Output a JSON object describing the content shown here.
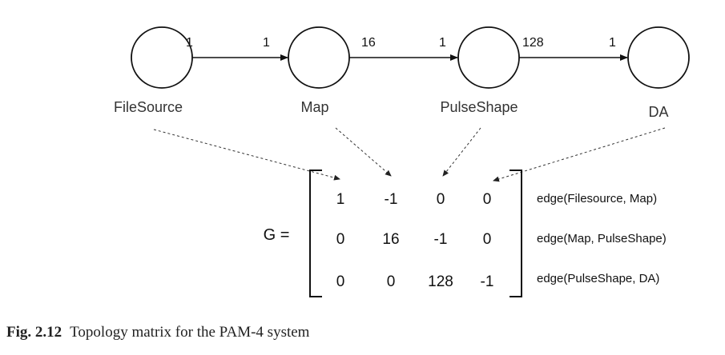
{
  "nodes": [
    {
      "id": "filesource",
      "label": "FileSource"
    },
    {
      "id": "map",
      "label": "Map"
    },
    {
      "id": "pulseshape",
      "label": "PulseShape"
    },
    {
      "id": "da",
      "label": "DA"
    }
  ],
  "edges": [
    {
      "produce": "1",
      "consume": "1"
    },
    {
      "produce": "16",
      "consume": "1"
    },
    {
      "produce": "128",
      "consume": "1"
    }
  ],
  "matrix": {
    "name": "G =",
    "rows": [
      {
        "cells": [
          "1",
          "-1",
          "0",
          "0"
        ],
        "annotation": "edge(Filesource, Map)"
      },
      {
        "cells": [
          "0",
          "16",
          "-1",
          "0"
        ],
        "annotation": "edge(Map, PulseShape)"
      },
      {
        "cells": [
          "0",
          "0",
          "128",
          "-1"
        ],
        "annotation": "edge(PulseShape, DA)"
      }
    ]
  },
  "caption": {
    "label": "Fig. 2.12",
    "text": "Topology matrix for the PAM-4 system"
  }
}
